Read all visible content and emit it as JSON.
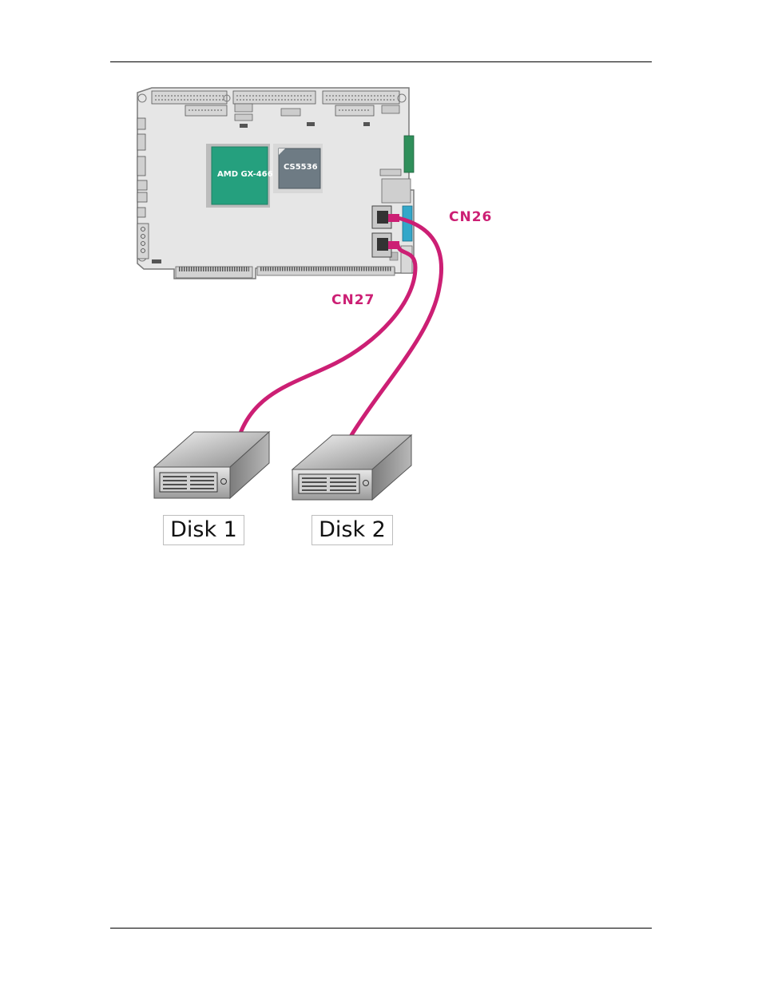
{
  "figure": {
    "chips": {
      "cpu": "AMD GX-466",
      "bridge": "CS5536"
    },
    "connectors": {
      "cn26": "CN26",
      "cn27": "CN27"
    },
    "disks": [
      {
        "label": "Disk 1"
      },
      {
        "label": "Disk 2"
      }
    ],
    "colors": {
      "cable": "#cc1f74",
      "board": "#e6e6e6",
      "cpu_chip": "#25a07e",
      "bridge_chip": "#6e7b84",
      "sata_connector": "#33a7c9",
      "label_magenta": "#cc1f74"
    }
  }
}
